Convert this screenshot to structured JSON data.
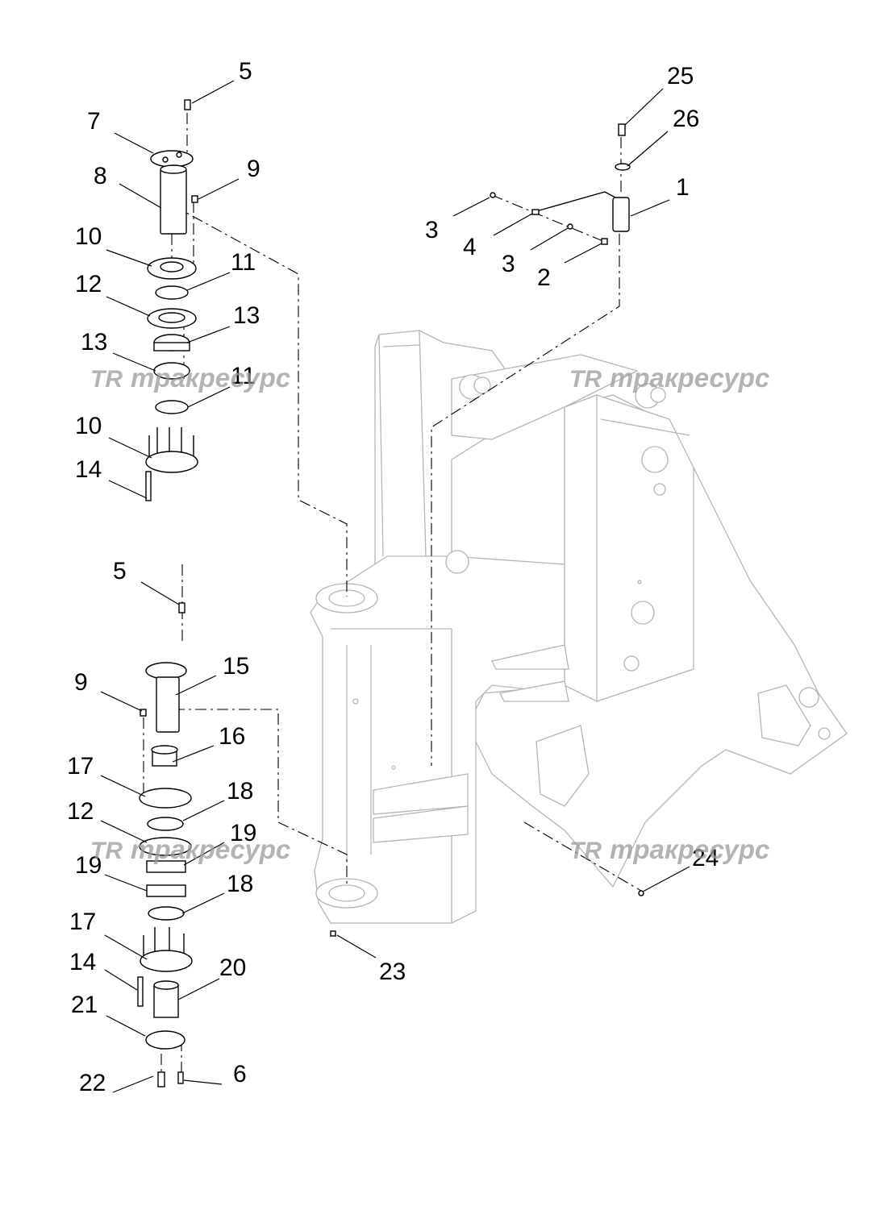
{
  "diagram": {
    "callouts": [
      "5",
      "7",
      "8",
      "9",
      "10",
      "11",
      "12",
      "13",
      "13",
      "11",
      "10",
      "14",
      "5",
      "15",
      "9",
      "16",
      "17",
      "18",
      "12",
      "19",
      "19",
      "18",
      "17",
      "14",
      "20",
      "21",
      "22",
      "6",
      "25",
      "26",
      "1",
      "3",
      "4",
      "3",
      "2",
      "24",
      "23"
    ]
  },
  "watermark": {
    "logo": "TR",
    "text": "тракресурс"
  }
}
